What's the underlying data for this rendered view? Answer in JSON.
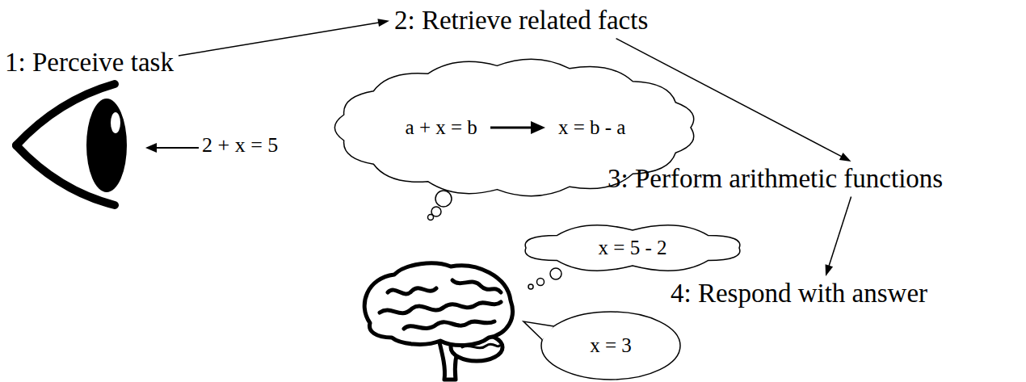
{
  "diagram": {
    "nodes": [
      {
        "text": [
          "1: Perceive task"
        ]
      },
      {
        "text": [
          "2: Retrieve related facts"
        ]
      },
      {
        "text": [
          "a + x = b",
          "x = b - a"
        ]
      },
      {
        "text": [
          "3: Perform arithmetic functions"
        ]
      },
      {
        "text": [
          "x = 5 - 2"
        ]
      },
      {
        "text": [
          "4: Respond with answer"
        ]
      },
      {
        "text": [
          "x = 3"
        ]
      }
    ],
    "edges": [
      {
        "from": 0,
        "to": 1,
        "arrow": "to"
      },
      {
        "from": 1,
        "to": 3,
        "arrow": "to"
      },
      {
        "from": 3,
        "to": 5,
        "arrow": "to"
      }
    ],
    "labels": [
      "2 + x = 5"
    ]
  }
}
